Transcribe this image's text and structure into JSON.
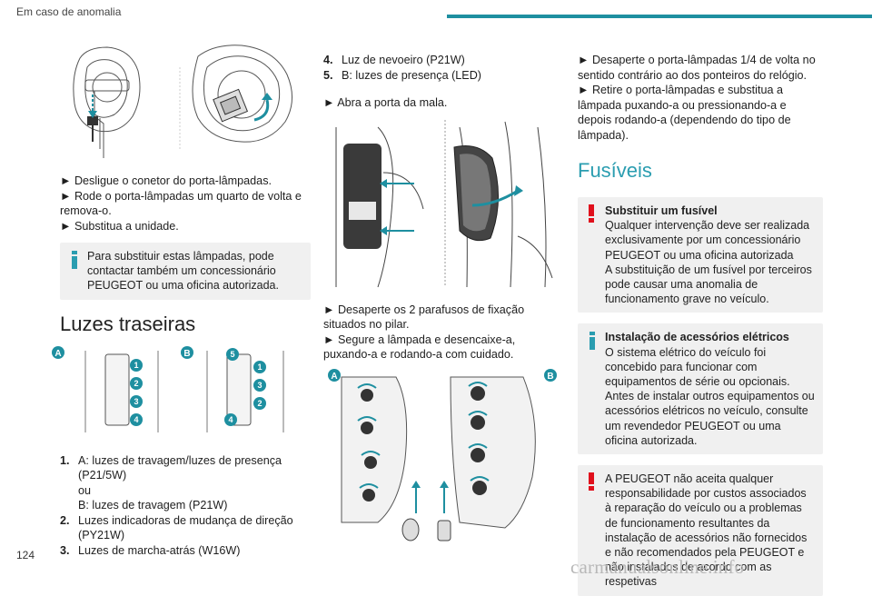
{
  "header": {
    "section_title": "Em caso de anomalia"
  },
  "footer": {
    "page_number": "124",
    "watermark": "carmanualsonline.info"
  },
  "colors": {
    "accent": "#1e8fa0",
    "warning_red": "#e0101c",
    "info_teal": "#2a9db0"
  },
  "col1": {
    "steps": [
      "► Desligue o conetor do porta-lâmpadas.",
      "► Rode o porta-lâmpadas um quarto de volta e remova-o.",
      "► Substitua a unidade."
    ],
    "info_box": "Para substituir estas lâmpadas, pode contactar também um concessionário PEUGEOT ou uma oficina autorizada.",
    "heading": "Luzes traseiras",
    "figure_labels": {
      "a": "A",
      "b": "B"
    },
    "list": [
      {
        "num": "1.",
        "text": "A: luzes de travagem/luzes de presença (P21/5W)"
      },
      {
        "num": "",
        "text": "ou"
      },
      {
        "num": "",
        "text": "B: luzes de travagem (P21W)"
      },
      {
        "num": "2.",
        "text": "Luzes indicadoras de mudança de direção (PY21W)"
      },
      {
        "num": "3.",
        "text": "Luzes de marcha-atrás (W16W)"
      }
    ]
  },
  "col2": {
    "list": [
      {
        "num": "4.",
        "text": "Luz de nevoeiro (P21W)"
      },
      {
        "num": "5.",
        "text": "B: luzes de presença (LED)"
      }
    ],
    "step_open": "► Abra a porta da mala.",
    "steps": [
      "► Desaperte os 2 parafusos de fixação situados no pilar.",
      "► Segure a lâmpada e desencaixe-a, puxando-a e rodando-a com cuidado."
    ],
    "figure_labels": {
      "a": "A",
      "b": "B"
    }
  },
  "col3": {
    "steps": [
      "► Desaperte o porta-lâmpadas 1/4 de volta no sentido contrário ao dos ponteiros do relógio.",
      "► Retire o porta-lâmpadas e substitua a lâmpada puxando-a ou pressionando-a e depois rodando-a (dependendo do tipo de lâmpada)."
    ],
    "heading": "Fusíveis",
    "warning1_title": "Substituir um fusível",
    "warning1_text": "Qualquer intervenção deve ser realizada exclusivamente por um concessionário PEUGEOT ou uma oficina autorizada",
    "warning1_text2": "A substituição de um fusível por terceiros pode causar uma anomalia de funcionamento grave no veículo.",
    "info_title": "Instalação de acessórios elétricos",
    "info_text": "O sistema elétrico do veículo foi concebido para funcionar com equipamentos de série ou opcionais.",
    "info_text2": "Antes de instalar outros equipamentos ou acessórios elétricos no veículo, consulte um revendedor PEUGEOT ou uma oficina autorizada.",
    "warning2_text": "A PEUGEOT não aceita qualquer responsabilidade por custos associados à reparação do veículo ou a problemas de funcionamento resultantes da instalação de acessórios não fornecidos e não recomendados pela PEUGEOT e não instalados de acordo com as respetivas"
  }
}
